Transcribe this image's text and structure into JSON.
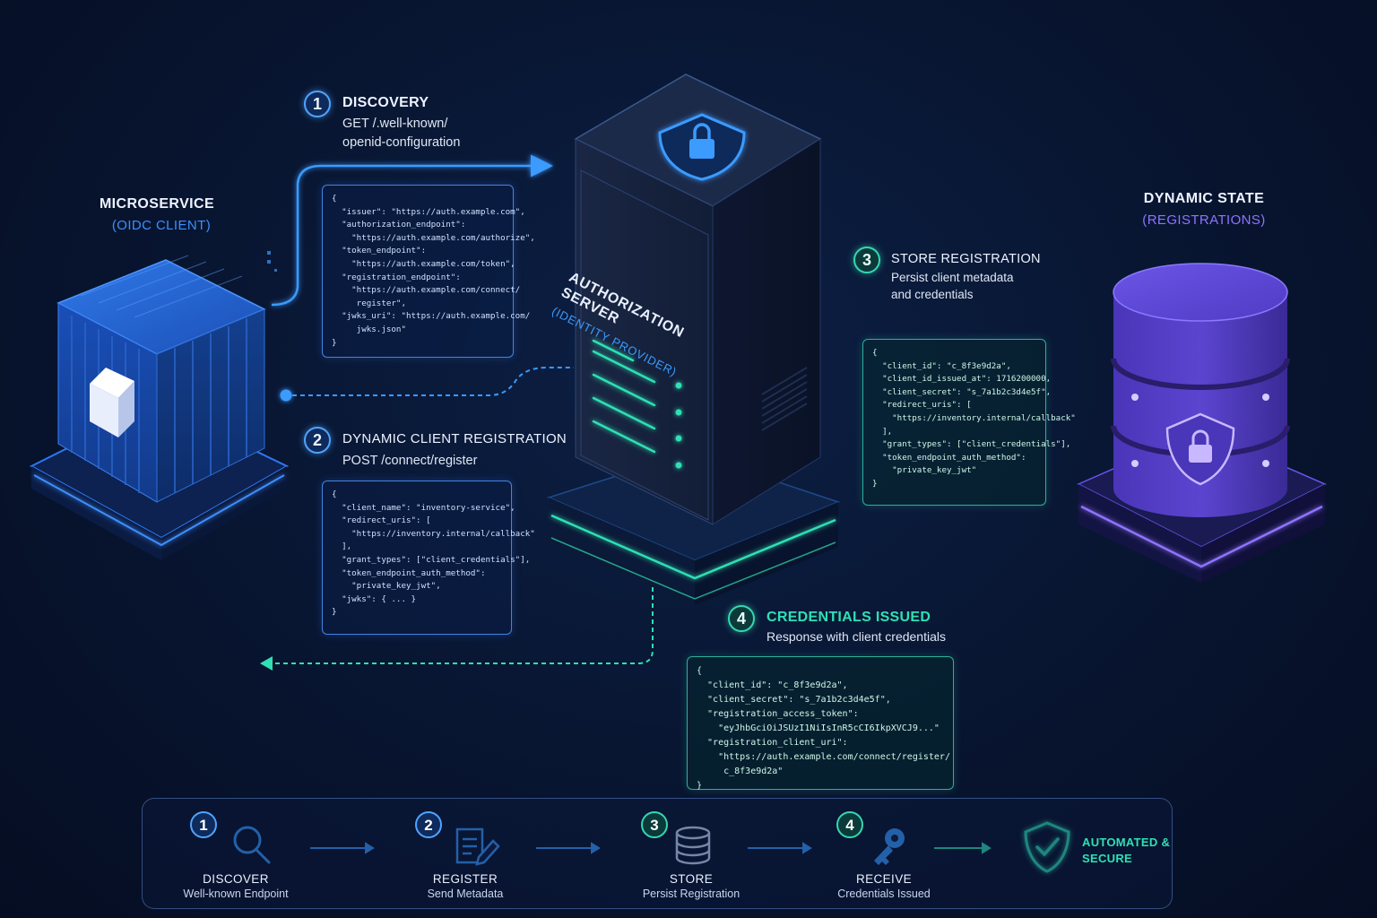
{
  "colors": {
    "blue_accent": "#3a8bff",
    "green_accent": "#2fe0b4",
    "purple_accent": "#8a6bff",
    "background": "#081530"
  },
  "nodes": {
    "microservice": {
      "title": "MICROSERVICE",
      "subtitle": "(OIDC CLIENT)",
      "icon": "container-icon"
    },
    "auth_server": {
      "title": "AUTHORIZATION SERVER",
      "subtitle": "(IDENTITY PROVIDER)",
      "icon": "shield-lock-icon"
    },
    "dynamic_state": {
      "title": "DYNAMIC STATE",
      "subtitle": "(REGISTRATIONS)",
      "icon": "database-icon"
    }
  },
  "steps": [
    {
      "number": "1",
      "title": "DISCOVERY",
      "lines": [
        "GET /.well-known/",
        "openid-configuration"
      ]
    },
    {
      "number": "2",
      "title": "DYNAMIC CLIENT REGISTRATION",
      "lines": [
        "POST /connect/register"
      ]
    },
    {
      "number": "3",
      "title": "STORE REGISTRATION",
      "lines": [
        "Persist client metadata",
        "and credentials"
      ]
    },
    {
      "number": "4",
      "title": "CREDENTIALS ISSUED",
      "lines": [
        "Response with client credentials"
      ]
    }
  ],
  "code_blocks": {
    "discovery": "{\n  \"issuer\": \"https://auth.example.com\",\n  \"authorization_endpoint\":\n    \"https://auth.example.com/authorize\",\n  \"token_endpoint\":\n    \"https://auth.example.com/token\",\n  \"registration_endpoint\":\n    \"https://auth.example.com/connect/\n     register\",\n  \"jwks_uri\": \"https://auth.example.com/\n     jwks.json\"\n}",
    "registration": "{\n  \"client_name\": \"inventory-service\",\n  \"redirect_uris\": [\n    \"https://inventory.internal/callback\"\n  ],\n  \"grant_types\": [\"client_credentials\"],\n  \"token_endpoint_auth_method\":\n    \"private_key_jwt\",\n  \"jwks\": { ... }\n}",
    "store": "{\n  \"client_id\": \"c_8f3e9d2a\",\n  \"client_id_issued_at\": 1716200000,\n  \"client_secret\": \"s_7a1b2c3d4e5f\",\n  \"redirect_uris\": [\n    \"https://inventory.internal/callback\"\n  ],\n  \"grant_types\": [\"client_credentials\"],\n  \"token_endpoint_auth_method\":\n    \"private_key_jwt\"\n}",
    "credentials": "{\n  \"client_id\": \"c_8f3e9d2a\",\n  \"client_secret\": \"s_7a1b2c3d4e5f\",\n  \"registration_access_token\":\n    \"eyJhbGciOiJSUzI1NiIsInR5cCI6IkpXVCJ9...\"\n  \"registration_client_uri\":\n    \"https://auth.example.com/connect/register/\n     c_8f3e9d2a\"\n}"
  },
  "footer": {
    "items": [
      {
        "number": "1",
        "label": "DISCOVER",
        "desc": "Well-known Endpoint",
        "icon": "search-icon"
      },
      {
        "number": "2",
        "label": "REGISTER",
        "desc": "Send Metadata",
        "icon": "edit-document-icon"
      },
      {
        "number": "3",
        "label": "STORE",
        "desc": "Persist Registration",
        "icon": "database-icon"
      },
      {
        "number": "4",
        "label": "RECEIVE",
        "desc": "Credentials Issued",
        "icon": "key-icon"
      }
    ],
    "final": {
      "line1": "AUTOMATED &",
      "line2": "SECURE",
      "icon": "shield-check-icon"
    }
  }
}
